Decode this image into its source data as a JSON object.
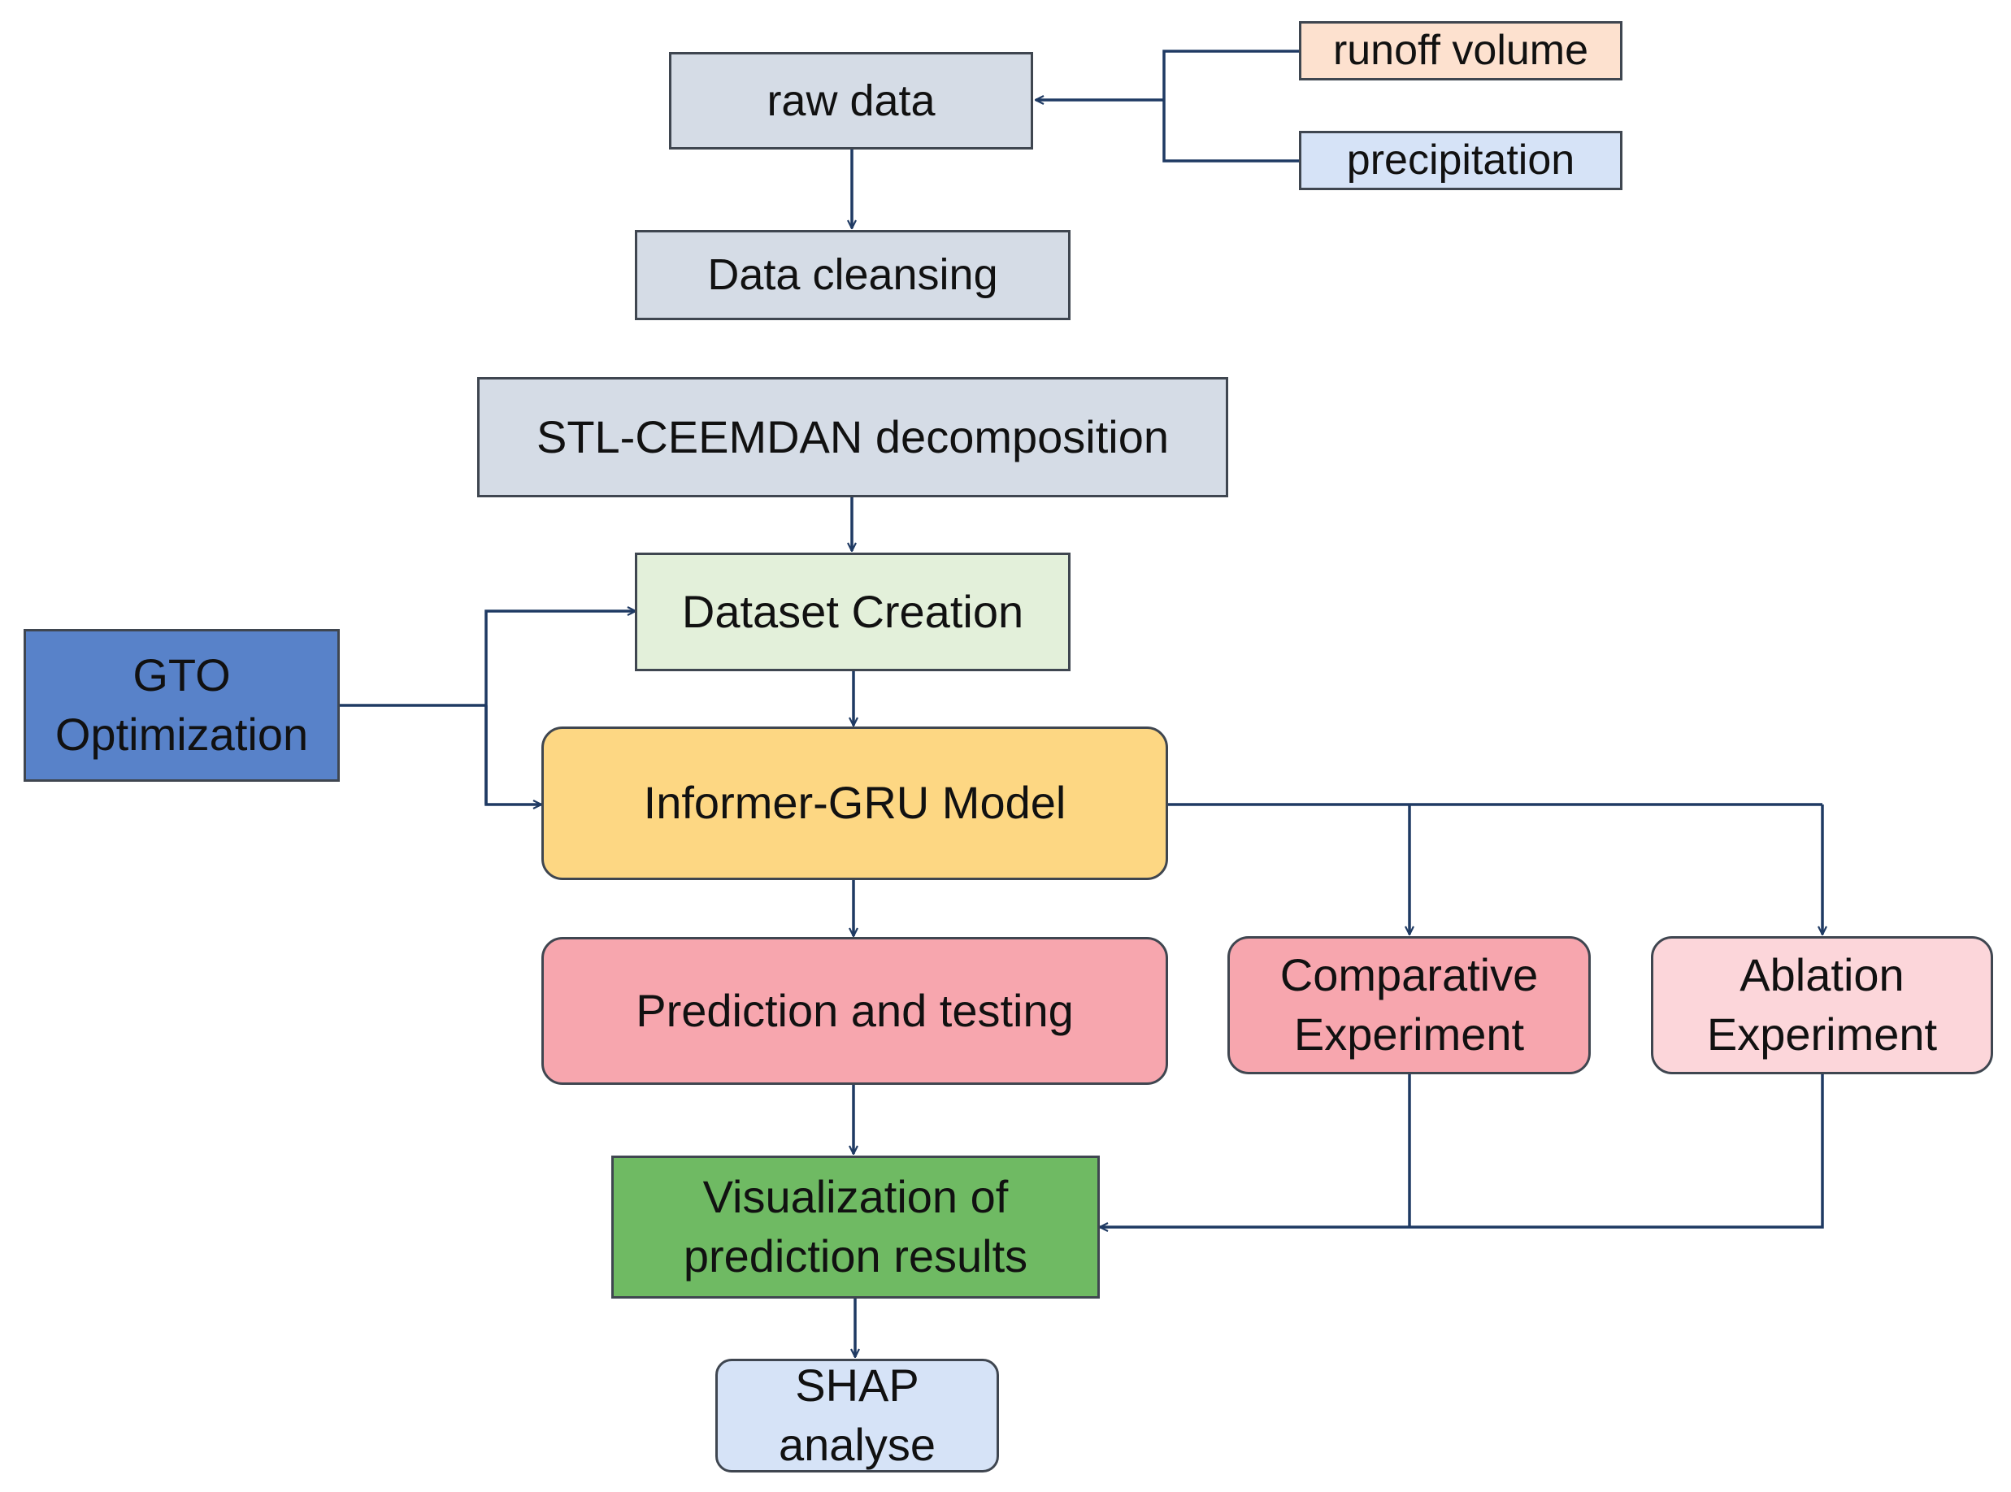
{
  "diagram": {
    "nodes": {
      "runoff": {
        "label": "runoff volume",
        "color": "#fde1cf"
      },
      "precip": {
        "label": "precipitation",
        "color": "#d6e3f7"
      },
      "raw": {
        "label": "raw data",
        "color": "#d5dce6"
      },
      "clean": {
        "label": "Data cleansing",
        "color": "#d5dce6"
      },
      "stl": {
        "label": "STL-CEEMDAN decomposition",
        "color": "#d5dce6"
      },
      "dataset": {
        "label": "Dataset Creation",
        "color": "#e3f0da"
      },
      "gto": {
        "lines": [
          "GTO",
          "Optimization"
        ],
        "color": "#5882c9"
      },
      "model": {
        "label": "Informer-GRU Model",
        "color": "#fdd783"
      },
      "predict": {
        "label": "Prediction and testing",
        "color": "#f7a6ae"
      },
      "compare": {
        "lines": [
          "Comparative",
          "Experiment"
        ],
        "color": "#f7a6ae"
      },
      "ablation": {
        "lines": [
          "Ablation",
          "Experiment"
        ],
        "color": "#fcd6da"
      },
      "visual": {
        "lines": [
          "Visualization of",
          "prediction results"
        ],
        "color": "#6fba63"
      },
      "shap": {
        "lines": [
          "SHAP",
          "analyse"
        ],
        "color": "#d6e3f7"
      }
    },
    "connector_color": "#1f3a63"
  }
}
